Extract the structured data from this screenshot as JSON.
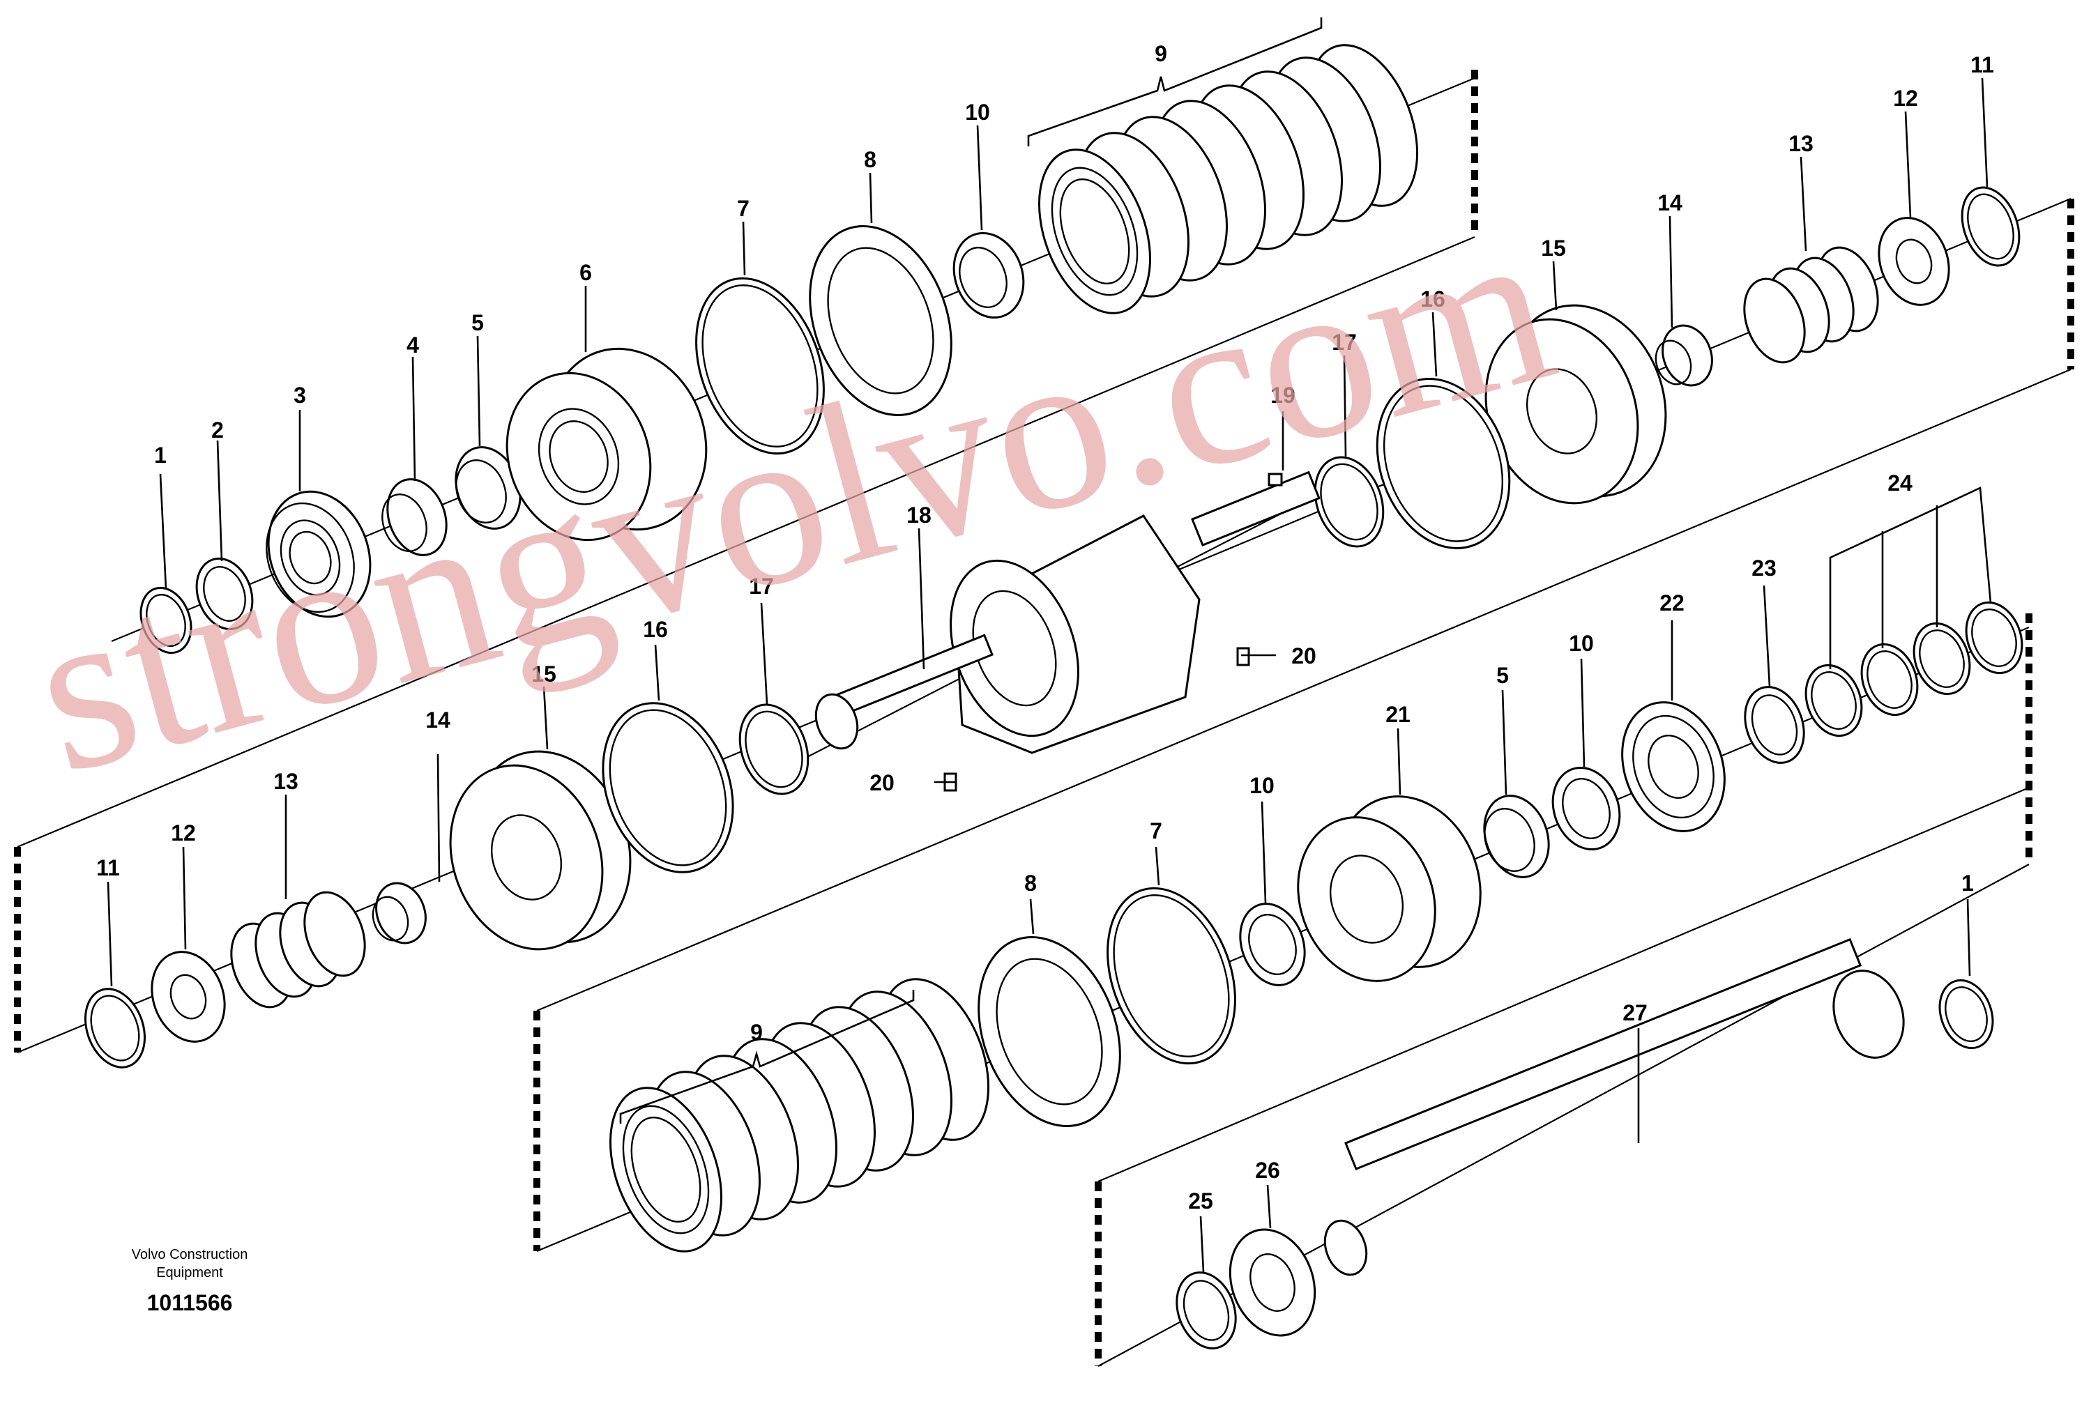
{
  "diagram": {
    "caption_line1": "Volvo Construction",
    "caption_line2": "Equipment",
    "drawing_number": "1011566",
    "watermark": "strongvolvo.com",
    "labels": {
      "l1a": "1",
      "l2a": "2",
      "l3a": "3",
      "l4a": "4",
      "l5a": "5",
      "l6a": "6",
      "l7a": "7",
      "l8a": "8",
      "l9a": "9",
      "l10a": "10",
      "l11a": "11",
      "l12a": "12",
      "l13a": "13",
      "l14a": "14",
      "l15a": "15",
      "l16a": "16",
      "l17a": "17",
      "l18": "18",
      "l19": "19",
      "l20a": "20",
      "l20b": "20",
      "l17b": "17",
      "l16b": "16",
      "l15b": "15",
      "l14b": "14",
      "l13b": "13",
      "l12b": "12",
      "l11b": "11",
      "l9b": "9",
      "l8b": "8",
      "l7b": "7",
      "l10b": "10",
      "l21": "21",
      "l5b": "5",
      "l10c": "10",
      "l22": "22",
      "l23": "23",
      "l24": "24",
      "l1b": "1",
      "l27": "27",
      "l26": "26",
      "l25": "25"
    }
  }
}
